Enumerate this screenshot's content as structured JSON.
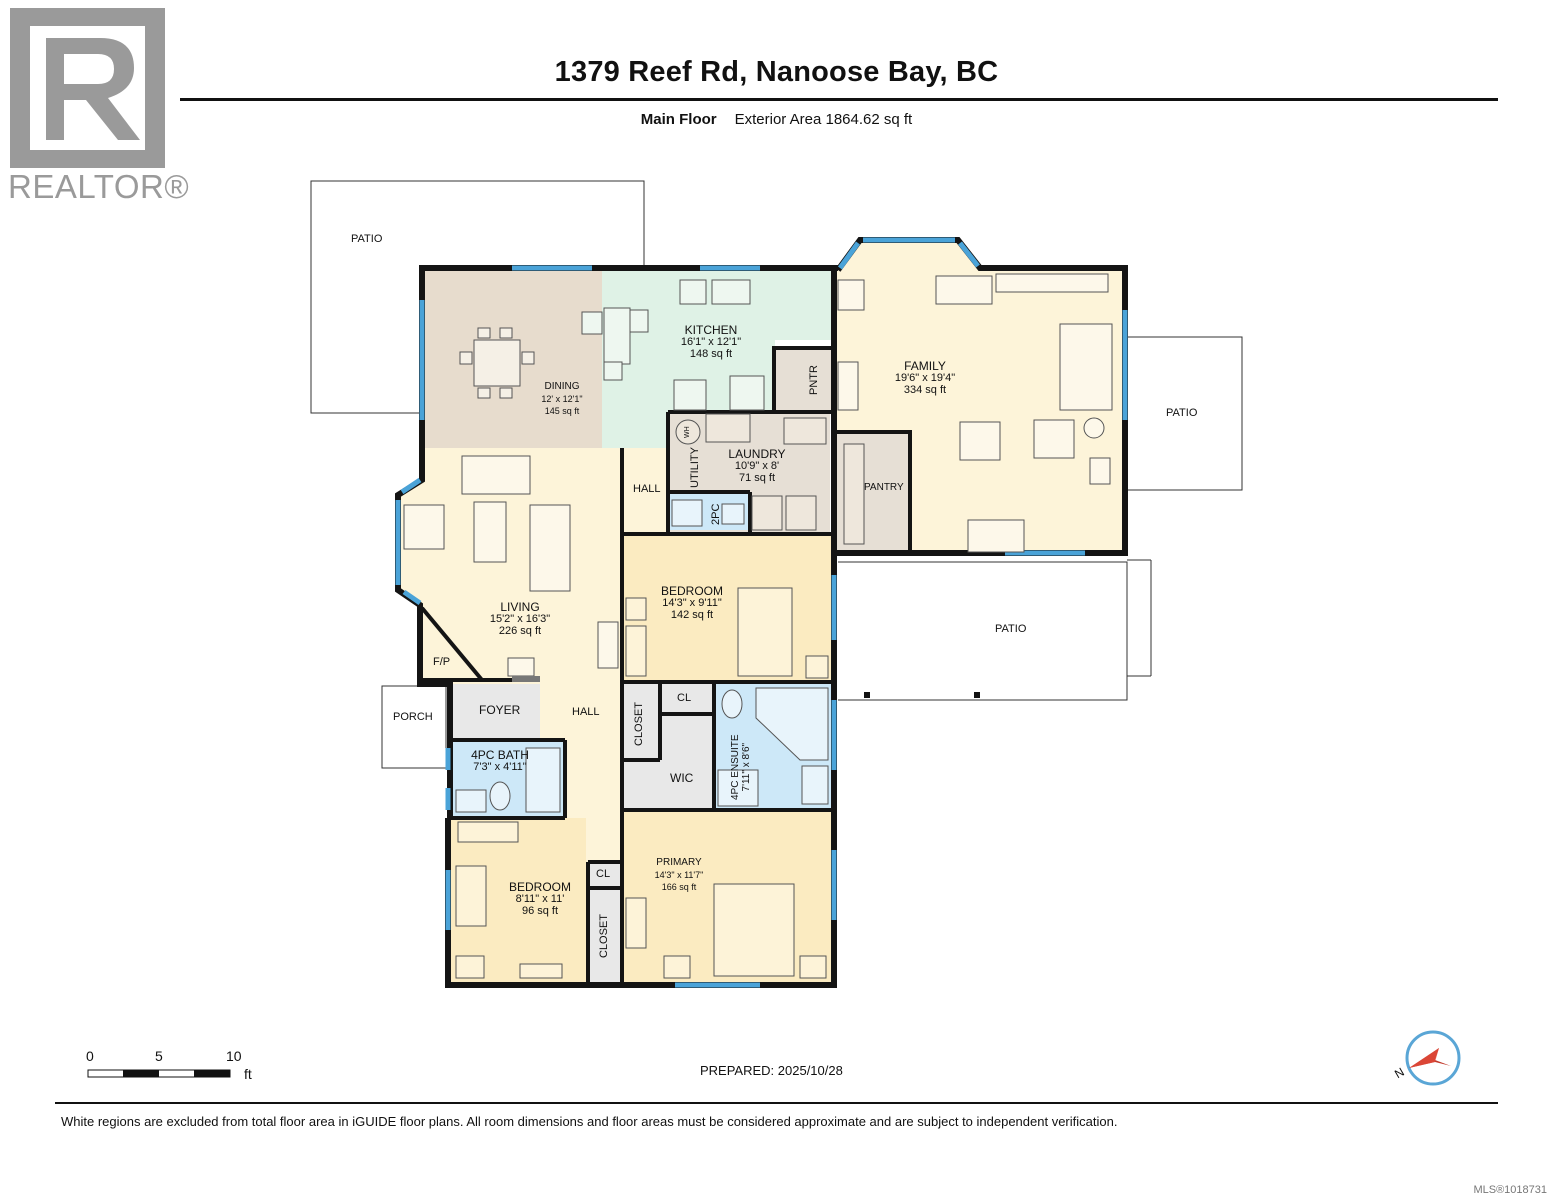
{
  "header": {
    "title": "1379 Reef Rd, Nanoose Bay, BC",
    "floor_name": "Main Floor",
    "exterior_area": "Exterior Area 1864.62 sq ft"
  },
  "logo": {
    "text": "REALTOR®",
    "color": "#9a9a9a"
  },
  "rooms": {
    "kitchen": {
      "name": "KITCHEN",
      "dims": "16'1\" x 12'1\"",
      "area": "148 sq ft"
    },
    "dining": {
      "name": "DINING",
      "dims": "12' x 12'1\"",
      "area": "145 sq ft"
    },
    "family": {
      "name": "FAMILY",
      "dims": "19'6\" x 19'4\"",
      "area": "334 sq ft"
    },
    "laundry": {
      "name": "LAUNDRY",
      "dims": "10'9\" x 8'",
      "area": "71 sq ft"
    },
    "living": {
      "name": "LIVING",
      "dims": "15'2\" x 16'3\"",
      "area": "226 sq ft"
    },
    "bedroom1": {
      "name": "BEDROOM",
      "dims": "14'3\" x 9'11\"",
      "area": "142 sq ft"
    },
    "bath4": {
      "name": "4PC BATH",
      "dims": "7'3\" x 4'11\""
    },
    "ensuite": {
      "name": "4PC ENSUITE",
      "dims": "7'11\" x 8'6\""
    },
    "primary": {
      "name": "PRIMARY",
      "dims": "14'3\" x 11'7\"",
      "area": "166 sq ft"
    },
    "bedroom2": {
      "name": "BEDROOM",
      "dims": "8'11\" x 11'",
      "area": "96 sq ft"
    }
  },
  "labels": {
    "patio_nw": "PATIO",
    "patio_e": "PATIO",
    "patio_se": "PATIO",
    "pntr": "PNTR",
    "pantry": "PANTRY",
    "utility": "UTILITY",
    "hall_upper": "HALL",
    "hall_lower": "HALL",
    "twopc": "2PC",
    "fp": "F/P",
    "porch": "PORCH",
    "foyer": "FOYER",
    "closet_a": "CLOSET",
    "closet_b": "CLOSET",
    "cl_a": "CL",
    "cl_b": "CL",
    "wic": "WIC",
    "wh": "WH"
  },
  "scale": {
    "t0": "0",
    "t5": "5",
    "t10": "10",
    "unit": "ft"
  },
  "compass": {
    "letter": "N"
  },
  "footer": {
    "prepared": "PREPARED: 2025/10/28",
    "disclaimer": "White regions are excluded from total floor area in iGUIDE floor plans. All room dimensions and floor areas must be considered approximate and are subject to independent verification.",
    "mls": "MLS®1018731"
  },
  "colors": {
    "kitchen": "#dff2e6",
    "dining": "#e7dccd",
    "living_family_hall": "#fdf4d9",
    "bedroom": "#fbebc1",
    "utility": "#e6dfd5",
    "bath": "#cde8f8",
    "foyer": "#e8e8e8",
    "window": "#4aa3d8",
    "wall": "#141414"
  }
}
